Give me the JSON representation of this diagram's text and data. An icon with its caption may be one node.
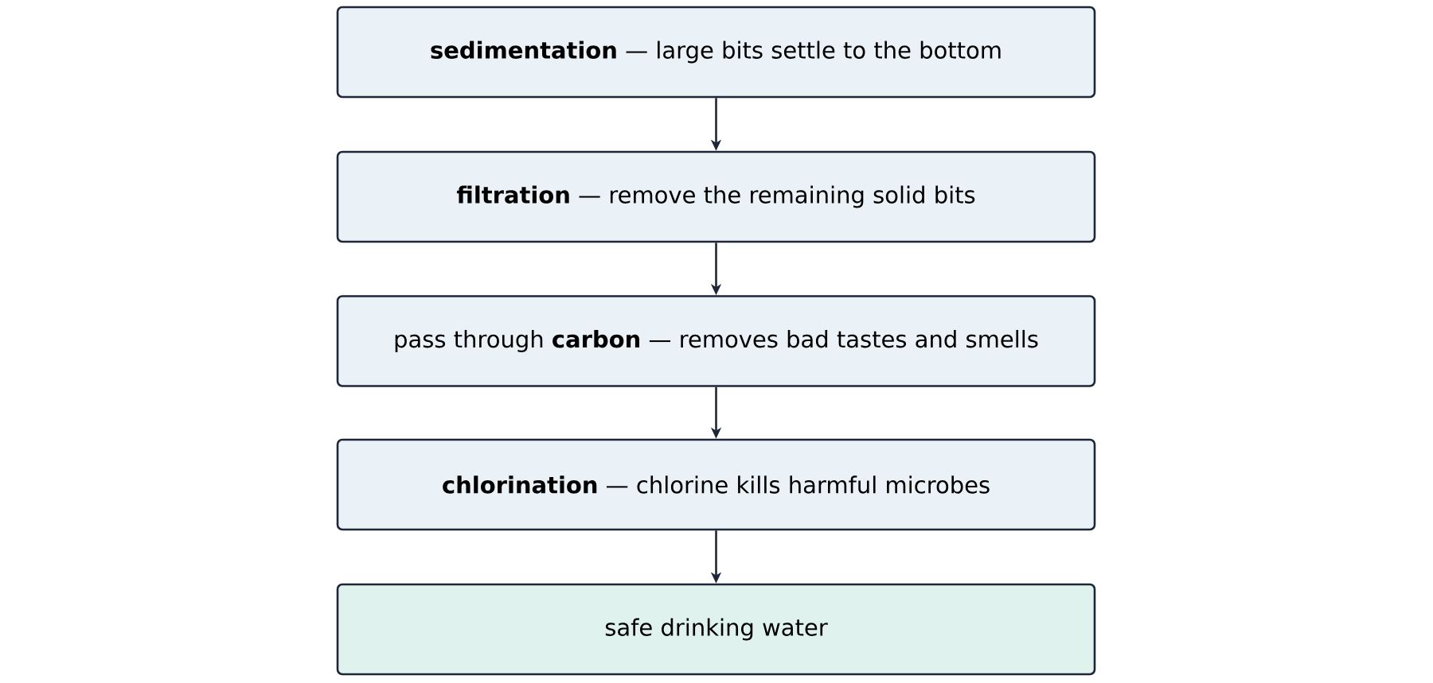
{
  "diagram": {
    "nodes": [
      {
        "text": [
          "**sedimentation** — large bits settle to the bottom"
        ]
      },
      {
        "text": [
          "**filtration** — remove the remaining solid bits"
        ]
      },
      {
        "text": [
          "pass through **carbon** — removes bad tastes and smells"
        ]
      },
      {
        "text": [
          "**chlorination** — chlorine kills harmful microbes"
        ]
      },
      {
        "text": [
          "safe drinking water"
        ]
      }
    ],
    "edges": [
      {
        "from": 0,
        "to": 1,
        "arrow": "to"
      },
      {
        "from": 1,
        "to": 2,
        "arrow": "to"
      },
      {
        "from": 2,
        "to": 3,
        "arrow": "to"
      },
      {
        "from": 3,
        "to": 4,
        "arrow": "to"
      }
    ]
  }
}
